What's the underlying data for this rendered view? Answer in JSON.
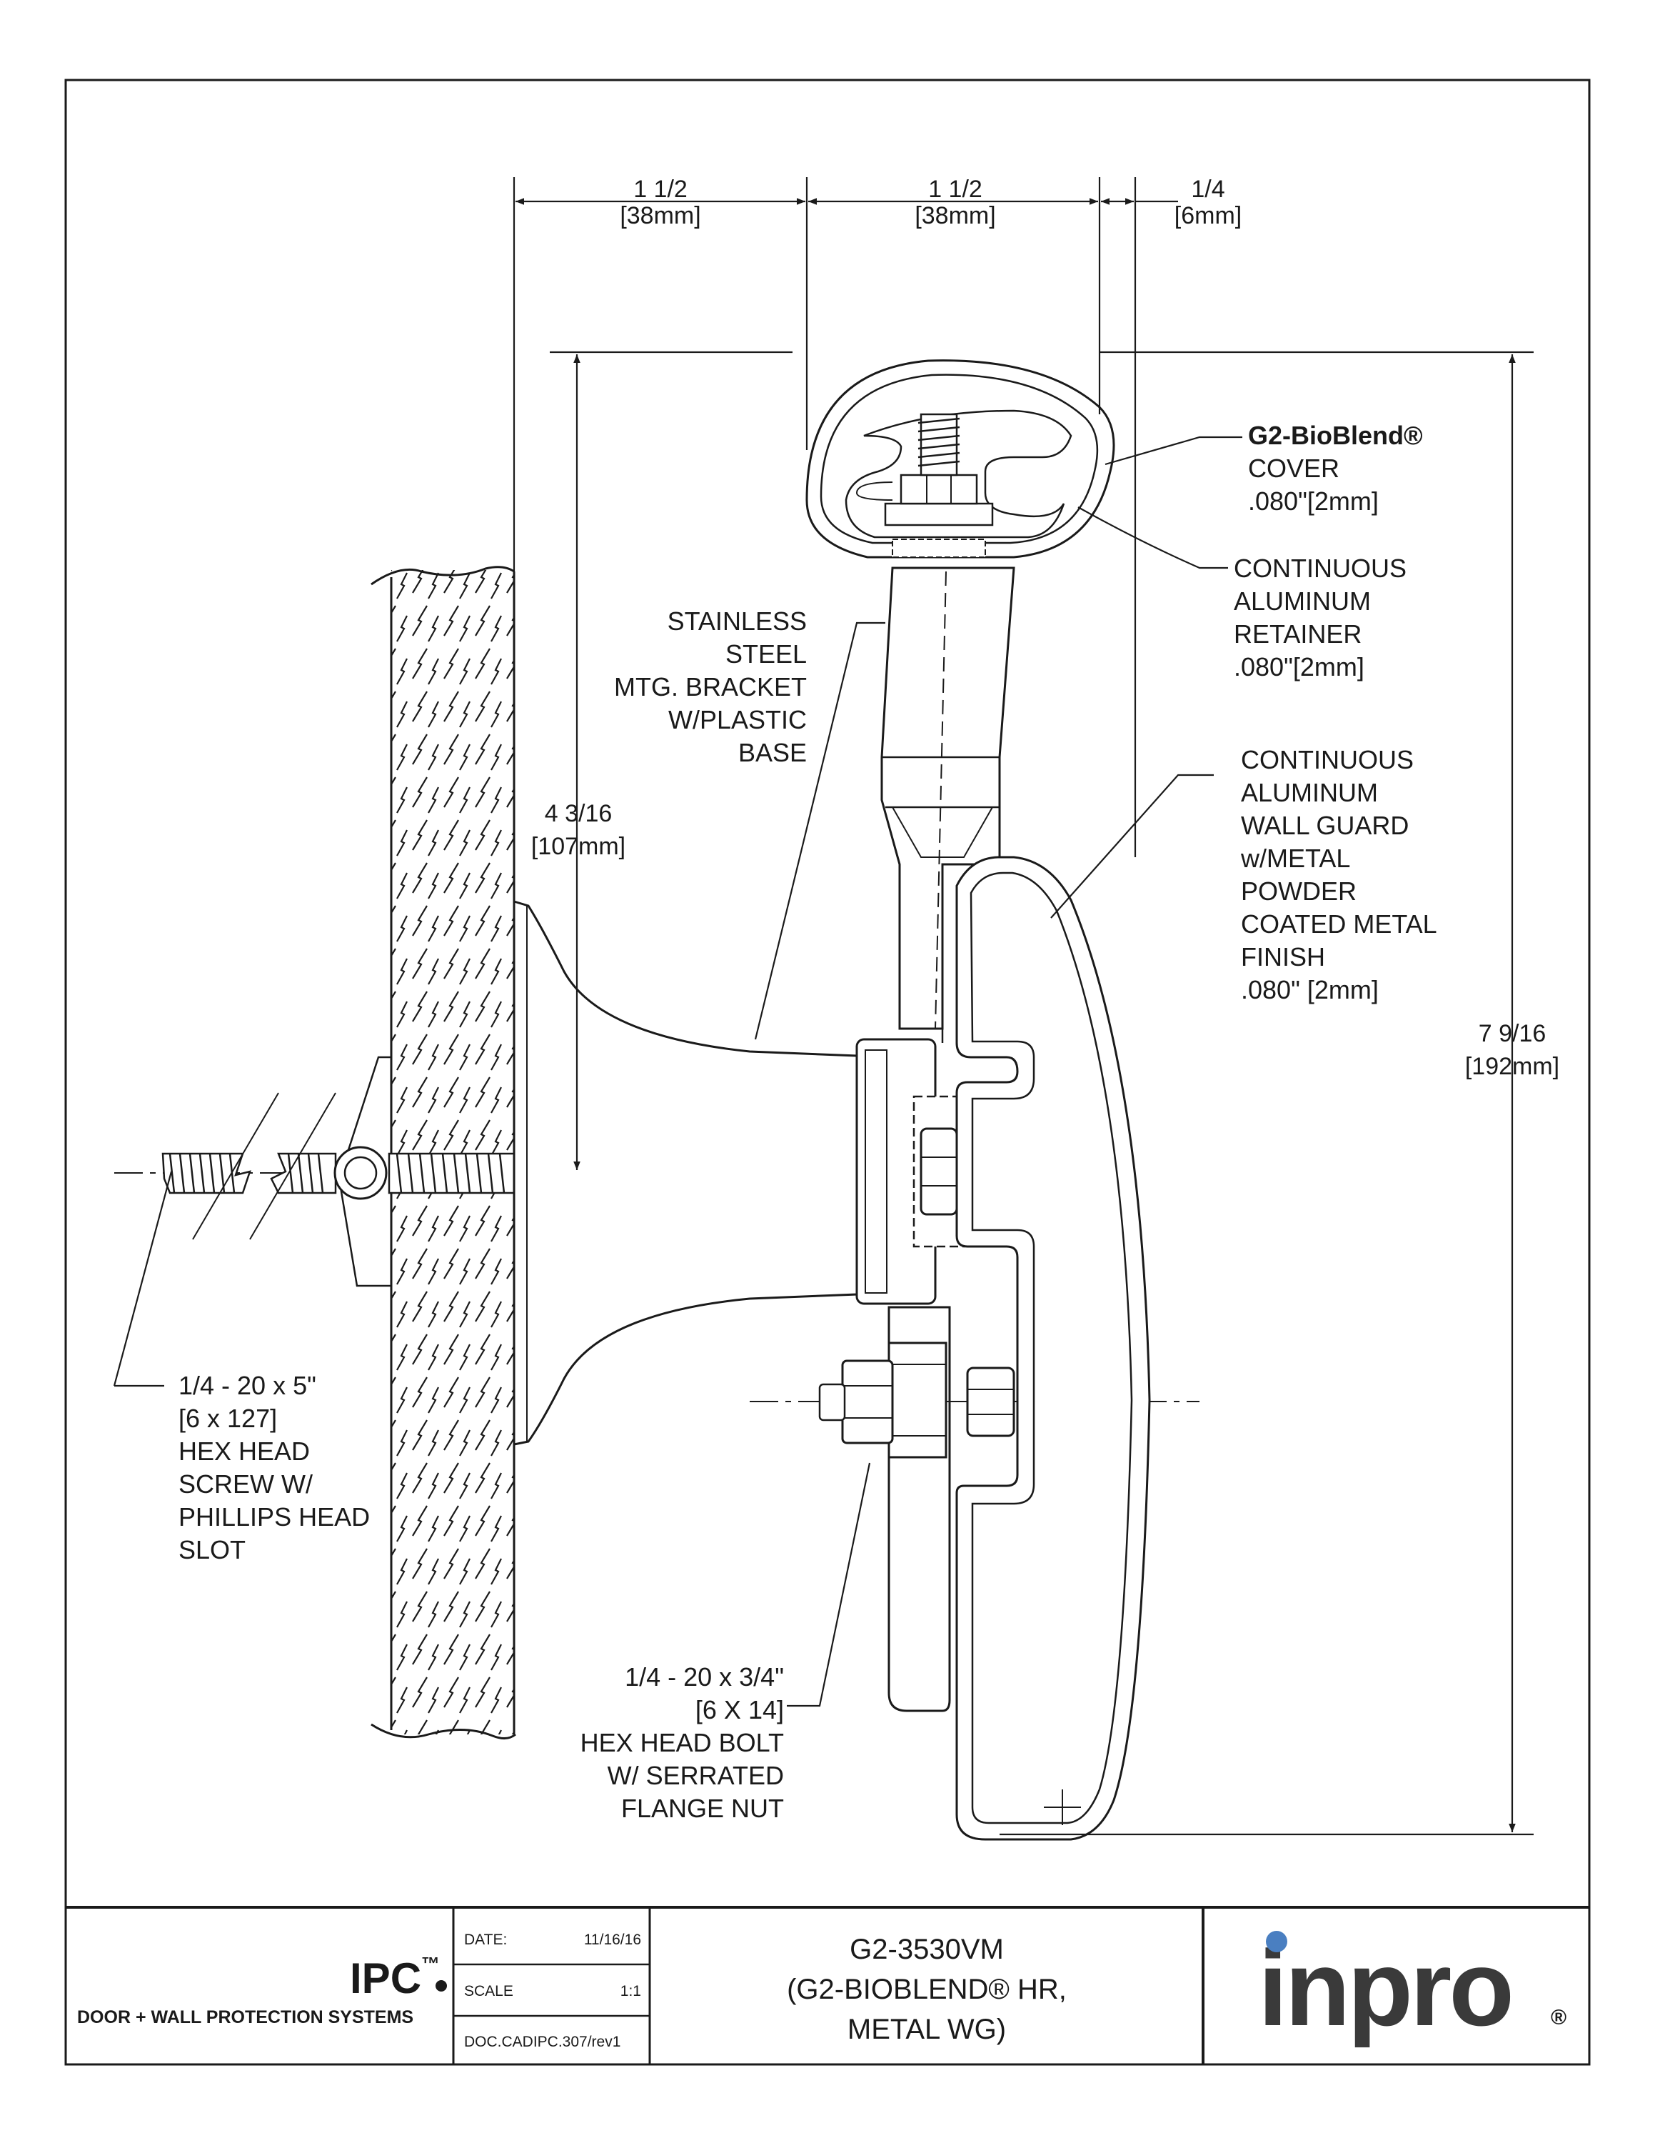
{
  "dimensions": {
    "top_left": {
      "frac": "1 1/2",
      "mm": "[38mm]"
    },
    "top_mid": {
      "frac": "1 1/2",
      "mm": "[38mm]"
    },
    "top_right": {
      "frac": "1/4",
      "mm": "[6mm]"
    },
    "left_height": {
      "frac": "4 3/16",
      "mm": "[107mm]"
    },
    "right_height": {
      "frac": "7 9/16",
      "mm": "[192mm]"
    }
  },
  "labels": {
    "cover": [
      "G2-BioBlend®",
      "COVER",
      ".080\"[2mm]"
    ],
    "retainer": [
      "CONTINUOUS",
      "ALUMINUM",
      "RETAINER",
      ".080\"[2mm]"
    ],
    "bracket": [
      "STAINLESS",
      "STEEL",
      "MTG. BRACKET",
      "W/PLASTIC",
      "BASE"
    ],
    "wall_guard": [
      "CONTINUOUS",
      "ALUMINUM",
      "WALL GUARD",
      "w/METAL",
      "POWDER",
      "COATED METAL",
      "FINISH",
      ".080\" [2mm]"
    ],
    "screw": [
      "1/4 - 20 x 5\"",
      "[6 x 127]",
      "HEX HEAD",
      "SCREW W/",
      "PHILLIPS HEAD",
      "SLOT"
    ],
    "bolt": [
      "1/4 - 20 x 3/4\"",
      "[6 X 14]",
      "HEX HEAD BOLT",
      "W/ SERRATED",
      "FLANGE NUT"
    ]
  },
  "title_block": {
    "brand": "IPC",
    "brand_tm": "™",
    "brand_tagline": "DOOR + WALL PROTECTION SYSTEMS",
    "date_label": "DATE:",
    "date_value": "11/16/16",
    "scale_label": "SCALE",
    "scale_value": "1:1",
    "doc_number": "DOC.CADIPC.307/rev1",
    "title_lines": [
      "G2-3530VM",
      "(G2-BIOBLEND® HR,",
      "METAL WG)"
    ],
    "logo_text": "inpro",
    "logo_reg": "®"
  },
  "colors": {
    "line": "#1a1a1a",
    "logo_text": "#3a3a3a",
    "logo_dot": "#4a7fc1"
  }
}
